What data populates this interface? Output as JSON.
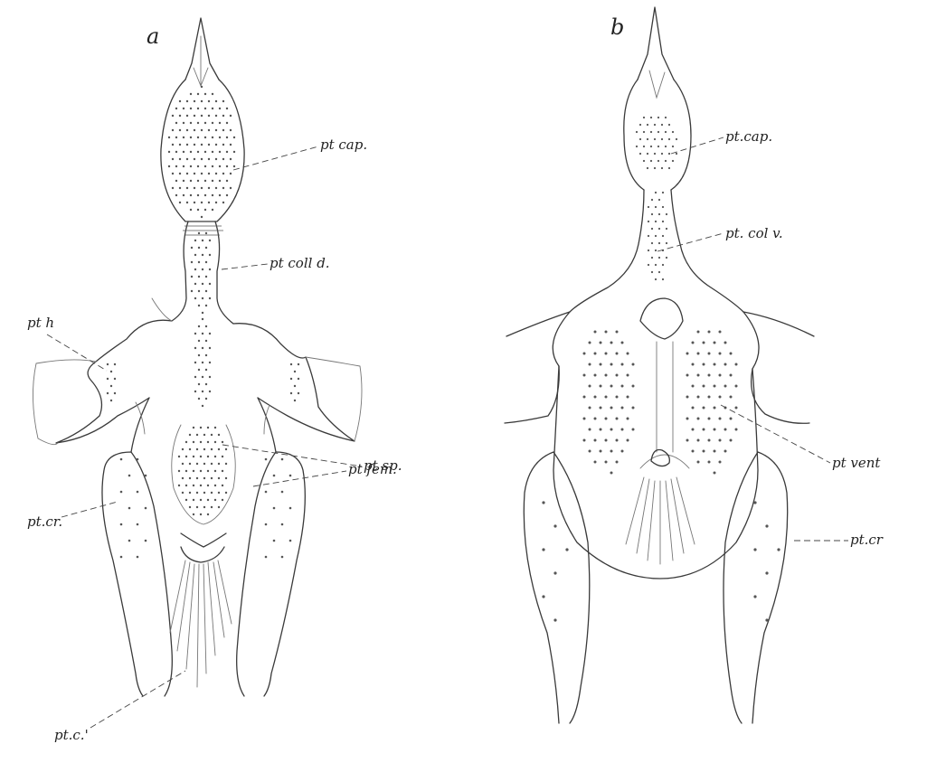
{
  "figure": {
    "panels": [
      {
        "id": "a",
        "label": "a",
        "labels": {
          "capital": "pt cap.",
          "dorsal_collar": "pt coll d.",
          "humeral": "pt h",
          "spinal": "pt sp.",
          "femoral": "pt fem.",
          "crural": "pt.cr.",
          "caudal": "pt.c.'"
        }
      },
      {
        "id": "b",
        "label": "b",
        "labels": {
          "capital": "pt.cap.",
          "ventral_collar": "pt. col v.",
          "ventral": "pt vent",
          "crural": "pt.cr"
        }
      }
    ],
    "colors": {
      "ink": "#3a3a3a",
      "dots": "#555555",
      "paper": "#ffffff"
    }
  }
}
